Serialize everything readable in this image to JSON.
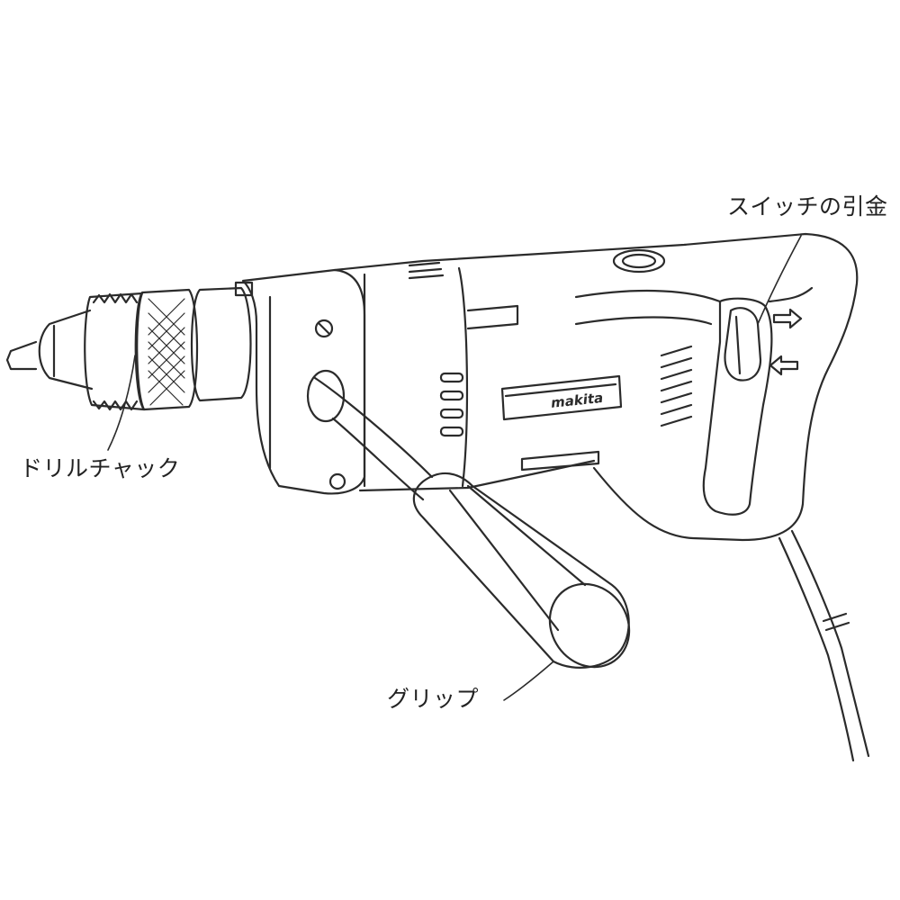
{
  "labels": {
    "switch_trigger": "スイッチの引金",
    "drill_chuck": "ドリルチャック",
    "grip": "グリップ"
  },
  "brand": {
    "logo_text": "makita"
  },
  "colors": {
    "line": "#2b2b2b",
    "background": "#ffffff"
  }
}
